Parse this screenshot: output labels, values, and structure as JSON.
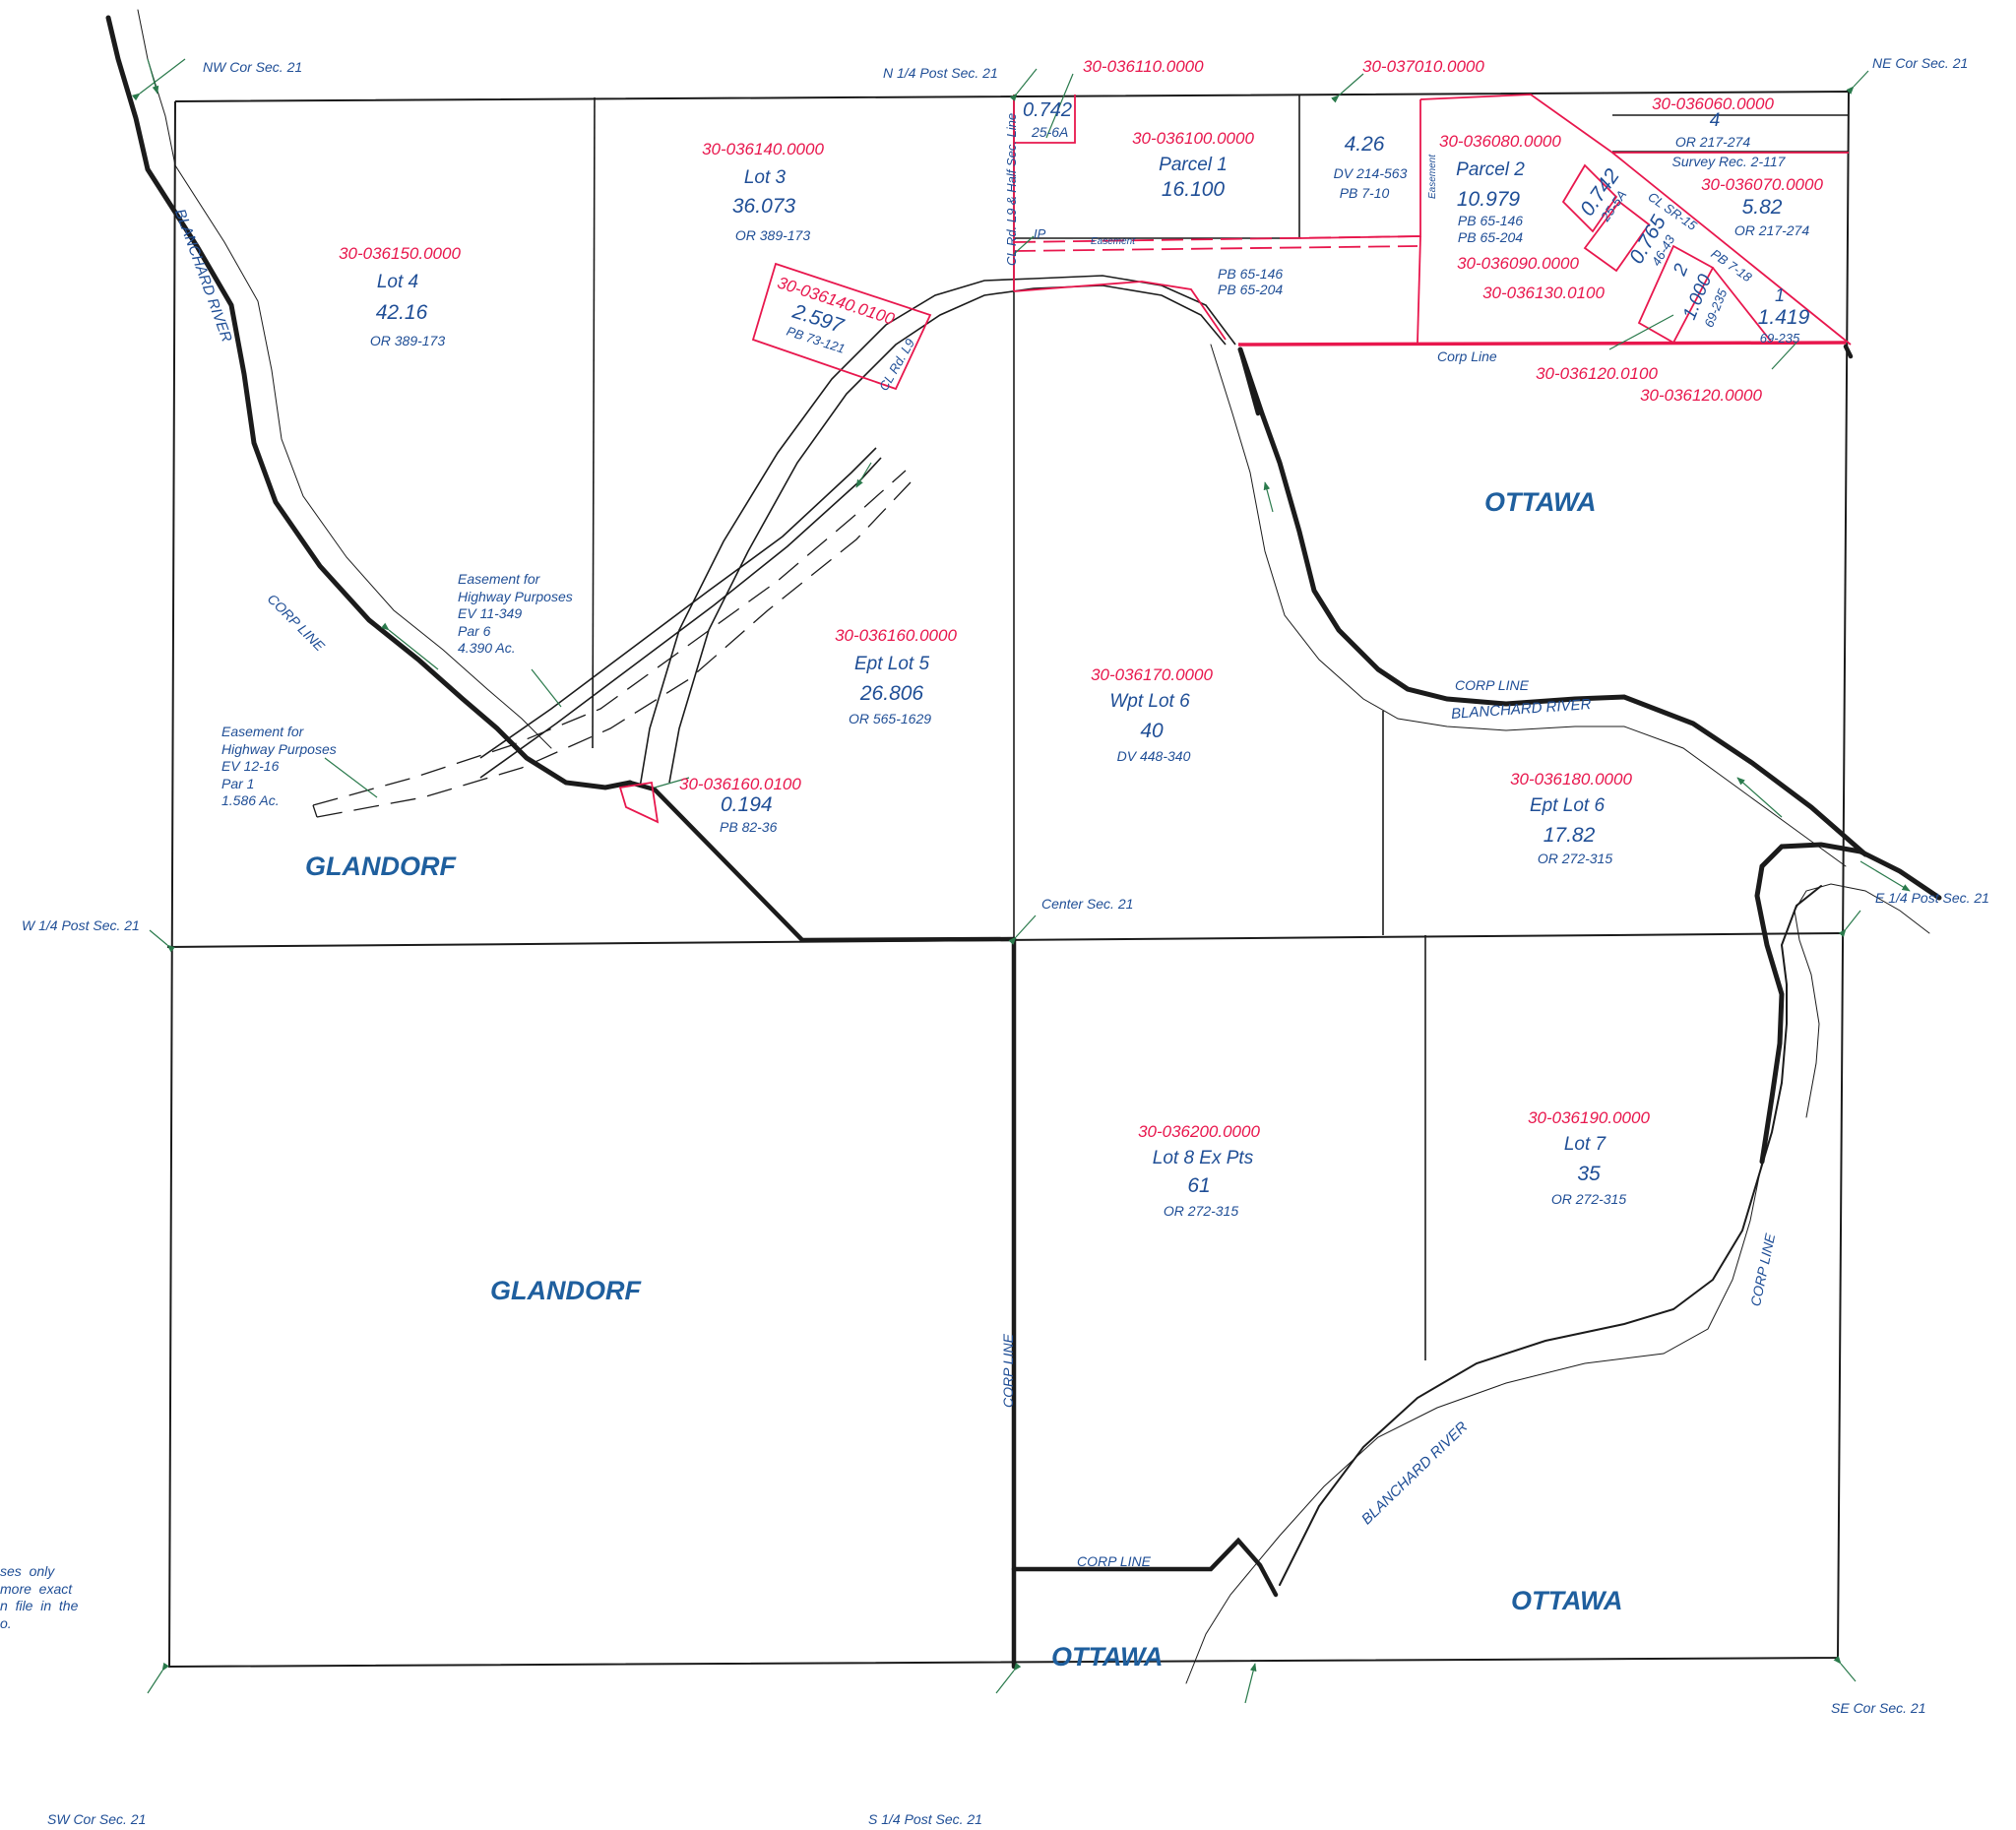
{
  "colors": {
    "line": "#1b1b1b",
    "red": "#e8174d",
    "blue": "#1f4e96",
    "town": "#1f5f9e",
    "arrow": "#2a7a4c"
  },
  "corners": {
    "nw": "NW Cor Sec. 21",
    "n_quarter": "N 1/4 Post Sec. 21",
    "ne": "NE Cor Sec. 21",
    "w_quarter": "W 1/4 Post Sec. 21",
    "center": "Center Sec. 21",
    "e_quarter": "E 1/4 Post Sec. 21",
    "sw": "SW Cor Sec. 21",
    "s_quarter": "S 1/4 Post Sec. 21",
    "se": "SE Cor Sec. 21"
  },
  "parcels": [
    {
      "id": "30-036150.0000",
      "name": "Lot 4",
      "acres": "42.16",
      "record": "OR 389-173"
    },
    {
      "id": "30-036140.0000",
      "name": "Lot 3",
      "acres": "36.073",
      "record": "OR 389-173"
    },
    {
      "id": "30-036140.0100",
      "acres": "2.597",
      "record": "PB 73-121"
    },
    {
      "id": "30-036110.0000",
      "acres": "0.742",
      "record": "25-6A"
    },
    {
      "id": "30-036100.0000",
      "name": "Parcel 1",
      "acres": "16.100"
    },
    {
      "id": "30-037010.0000",
      "acres": "4.26",
      "record": "DV 214-563",
      "record2": "PB 7-10"
    },
    {
      "id": "30-036080.0000",
      "name": "Parcel 2",
      "acres": "10.979",
      "record": "PB 65-146",
      "record2": "PB 65-204"
    },
    {
      "id": "30-036060.0000",
      "acres": "4",
      "record": "OR 217-274",
      "record2": "Survey Rec. 2-117"
    },
    {
      "id": "30-036070.0000",
      "acres": "5.82",
      "record": "OR 217-274"
    },
    {
      "id": "30-036090.0000",
      "acres": "0.742",
      "record": "25-5A"
    },
    {
      "id": "30-036130.0100",
      "acres": "0.765",
      "record": "46-43"
    },
    {
      "id": "30-036120.0100",
      "acres": "2",
      "acres2": "1.000",
      "record": "69-235"
    },
    {
      "id": "30-036120.0000",
      "acres": "1",
      "acres2": "1.419",
      "record": "69-235"
    },
    {
      "id": "30-036160.0000",
      "name": "Ept Lot 5",
      "acres": "26.806",
      "record": "OR 565-1629"
    },
    {
      "id": "30-036170.0000",
      "name": "Wpt Lot 6",
      "acres": "40",
      "record": "DV 448-340"
    },
    {
      "id": "30-036160.0100",
      "acres": "0.194",
      "record": "PB 82-36"
    },
    {
      "id": "30-036180.0000",
      "name": "Ept Lot 6",
      "acres": "17.82",
      "record": "OR 272-315"
    },
    {
      "id": "30-036200.0000",
      "name": "Lot 8  Ex Pts",
      "acres": "61",
      "record": "OR 272-315"
    },
    {
      "id": "30-036190.0000",
      "name": "Lot 7",
      "acres": "35",
      "record": "OR 272-315"
    }
  ],
  "extra_records": {
    "pb_a": "PB 65-146",
    "pb_b": "PB 65-204"
  },
  "towns": {
    "glandorf": "GLANDORF",
    "ottawa": "OTTAWA"
  },
  "features": {
    "river": "BLANCHARD RIVER",
    "corp_line": "CORP LINE",
    "corp_line_mixed": "Corp Line",
    "road_half_sec": "CL Rd. L9 & Half Sec. Line",
    "road_l9": "CL Rd. L9",
    "sr15": "CL SR-15",
    "pb718": "PB 7-18",
    "easement": "Easement",
    "ip": "IP"
  },
  "easements": {
    "e1": "Easement for\nHighway Purposes\nEV 11-349\nPar 6\n4.390 Ac.",
    "e2": "Easement for\nHighway Purposes\nEV 12-16\nPar 1\n1.586 Ac."
  },
  "note": "ses  only\nmore  exact\nn  file  in  the\no."
}
